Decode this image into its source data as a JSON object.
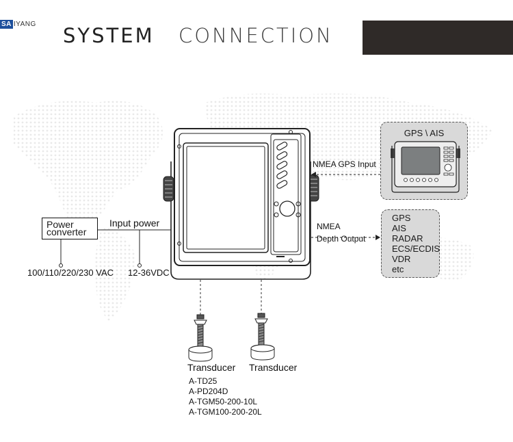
{
  "brand": {
    "mark": "SA",
    "rest": "IYANG"
  },
  "header": {
    "title_left": "SYSTEM",
    "title_right": "CONNECTION"
  },
  "power": {
    "box_line1": "Power",
    "box_line2": "converter",
    "input_label": "Input power",
    "ac_label": "100/110/220/230 VAC",
    "dc_label": "12-36VDC"
  },
  "gps": {
    "title": "GPS \\ AIS",
    "arrow_label": "NMEA GPS Input"
  },
  "nmea_out": {
    "line1": "NMEA",
    "line2": "Depth Output",
    "items": [
      "GPS",
      "AIS",
      "RADAR",
      "ECS/ECDIS",
      "VDR",
      "etc"
    ]
  },
  "transducers": {
    "left_label": "Transducer",
    "right_label": "Transducer",
    "models": [
      "A-TD25",
      "A-PD204D",
      "A-TGM50-200-10L",
      "A-TGM100-200-20L"
    ]
  },
  "colors": {
    "header_block": "#2f2a28",
    "panel_gray": "#d9d9d9",
    "brand_blue": "#1d4f9c"
  }
}
